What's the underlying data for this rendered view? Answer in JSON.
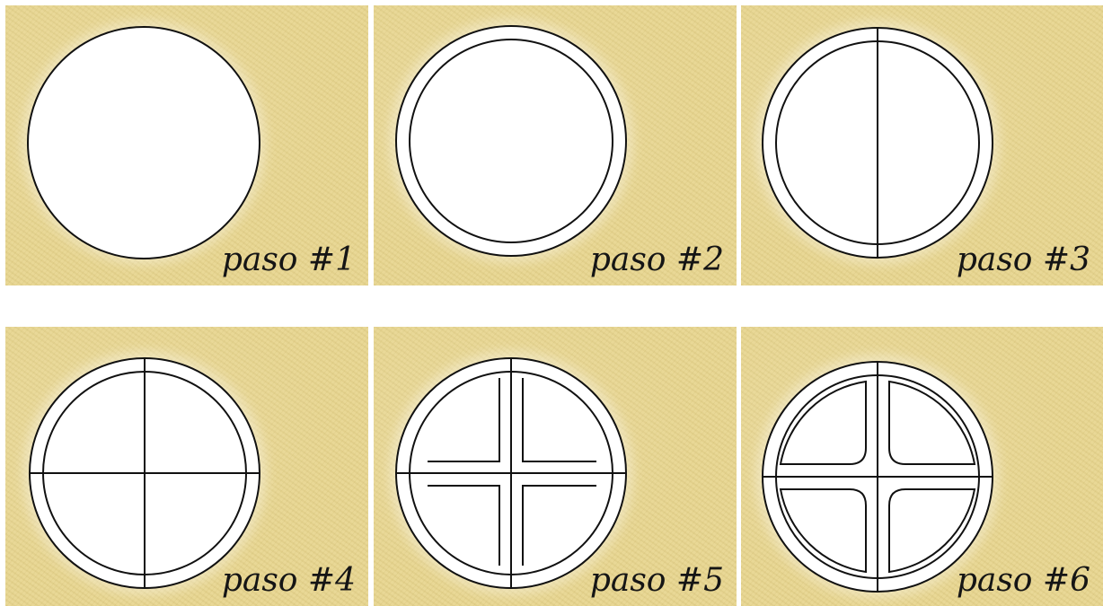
{
  "steps": [
    {
      "label": "paso #1"
    },
    {
      "label": "paso #2"
    },
    {
      "label": "paso #3"
    },
    {
      "label": "paso #4"
    },
    {
      "label": "paso #5"
    },
    {
      "label": "paso #6"
    }
  ],
  "colors": {
    "background": "#e7d58e",
    "shape_fill": "#ffffff",
    "stroke": "#111111"
  }
}
